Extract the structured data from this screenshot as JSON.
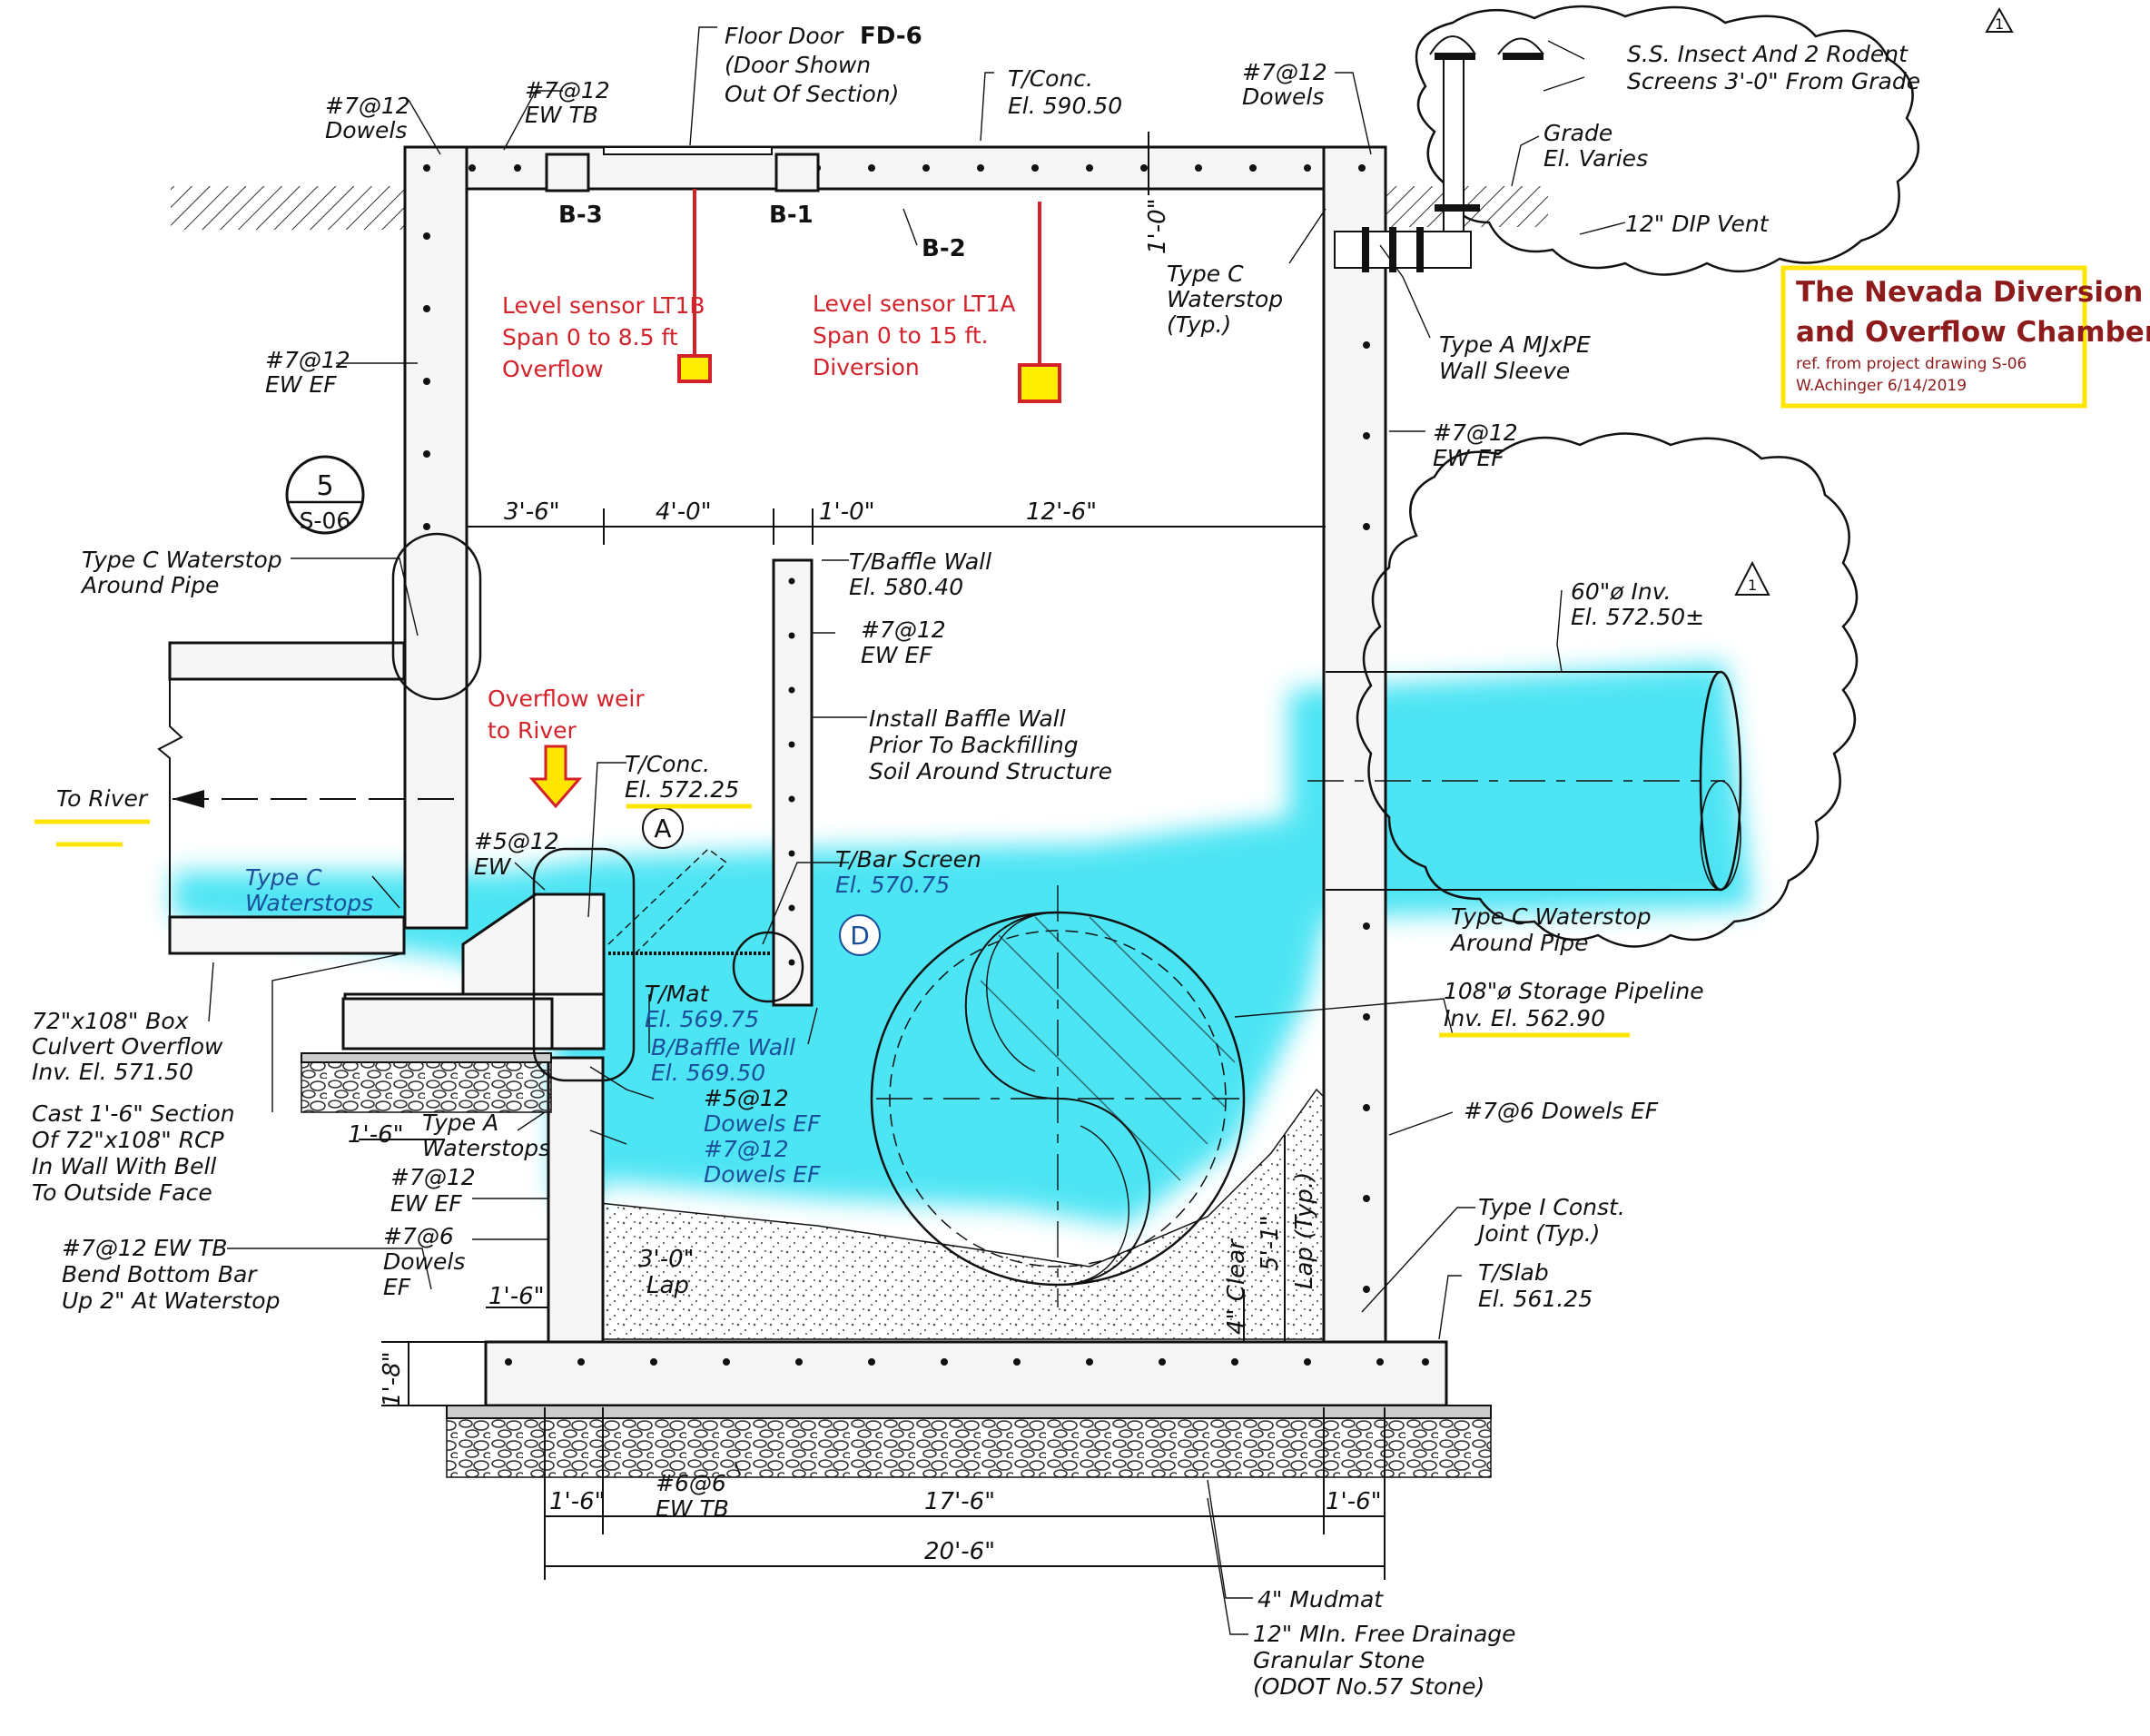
{
  "title_box": {
    "title_line1": "The Nevada Diversion",
    "title_line2": "and Overflow Chamber",
    "ref_line": "ref. from project drawing S-06",
    "author_line": "W.Achinger 6/14/2019"
  },
  "sensors": {
    "lt1b": {
      "line1": "Level sensor LT1B",
      "line2": "Span 0 to 8.5 ft",
      "line3": "Overflow"
    },
    "lt1a": {
      "line1": "Level sensor LT1A",
      "line2": "Span 0 to 15 ft.",
      "line3": "Diversion"
    }
  },
  "overflow_weir": {
    "line1": "Overflow weir",
    "line2": "to River"
  },
  "labels": {
    "floor_door_prefix": "Floor Door",
    "floor_door_id": "FD-6",
    "door_shown": "(Door Shown",
    "out_of_section": "Out Of Section)",
    "t_conc_top": "T/Conc.",
    "el_top": "El. 590.50",
    "dowels_left_1": "#7@12",
    "dowels_left_2": "Dowels",
    "ewtb_top_1": "#7@12",
    "ewtb_top_2": "EW TB",
    "dowels_right_1": "#7@12",
    "dowels_right_2": "Dowels",
    "b3": "B-3",
    "b1": "B-1",
    "b2": "B-2",
    "one_zero_vert": "1'-0\"",
    "type_c_ws_typ_1": "Type C",
    "type_c_ws_typ_2": "Waterstop",
    "type_c_ws_typ_3": "(Typ.)",
    "ss_insect_1": "S.S. Insect And 2 Rodent",
    "ss_insect_2": "Screens 3'-0\" From Grade",
    "grade_1": "Grade",
    "grade_2": "El. Varies",
    "dip_vent": "12\" DIP Vent",
    "type_a_sleeve_1": "Type A MJxPE",
    "type_a_sleeve_2": "Wall Sleeve",
    "ewef_left_1": "#7@12",
    "ewef_left_2": "EW EF",
    "ewef_right_1": "#7@12",
    "ewef_right_2": "EW EF",
    "section_no": "5",
    "section_sheet": "S-06",
    "type_c_pipe_1": "Type C Waterstop",
    "type_c_pipe_2": "Around Pipe",
    "d_3_6": "3'-6\"",
    "d_4_0": "4'-0\"",
    "d_1_0": "1'-0\"",
    "d_12_6": "12'-6\"",
    "t_baffle_1": "T/Baffle Wall",
    "t_baffle_2": "El. 580.40",
    "baffle_ewef_1": "#7@12",
    "baffle_ewef_2": "EW EF",
    "install_1": "Install Baffle Wall",
    "install_2": "Prior To Backfilling",
    "install_3": "Soil Around Structure",
    "pipe60_1": "60\"ø Inv.",
    "pipe60_2": "El. 572.50±",
    "to_river": "To River",
    "t_conc_weir_1": "T/Conc.",
    "t_conc_weir_2": "El. 572.25",
    "callout_a": "A",
    "n5_1": "#5@12",
    "n5_2": "EW",
    "tc_ws_blue_1": "Type C",
    "tc_ws_blue_2": "Waterstops",
    "t_bar_1": "T/Bar Screen",
    "t_bar_2": "El. 570.75",
    "callout_d": "D",
    "type_c_around_1": "Type C Waterstop",
    "type_c_around_2": "Around Pipe",
    "box_1": "72\"x108\" Box",
    "box_2": "Culvert Overflow",
    "box_3": "Inv. El. 571.50",
    "t_mat_1": "T/Mat",
    "t_mat_2": "El. 569.75",
    "b_baffle_1": "B/Baffle Wall",
    "b_baffle_2": "El. 569.50",
    "storage_1": "108\"ø Storage Pipeline",
    "storage_2": "Inv. El. 562.90",
    "cast_1": "Cast 1'-6\" Section",
    "cast_2": "Of 72\"x108\" RCP",
    "cast_3": "In Wall With Bell",
    "cast_4": "To Outside Face",
    "d_1_6_a": "1'-6\"",
    "type_a_ws_1": "Type A",
    "type_a_ws_2": "Waterstops",
    "dowels5_1": "#5@12",
    "dowels5_2": "Dowels EF",
    "dowels7_1": "#7@12",
    "dowels7_2": "Dowels EF",
    "dowels6_ef": "#7@6 Dowels EF",
    "ewef_lower_1": "#7@12",
    "ewef_lower_2": "EW EF",
    "dowels6_1": "#7@6",
    "dowels6_2": "Dowels",
    "dowels6_3": "EF",
    "ewtb_bend_1": "#7@12 EW TB",
    "ewtb_bend_2": "Bend Bottom Bar",
    "ewtb_bend_3": "Up 2\" At Waterstop",
    "lap_3_0": "3'-0\"",
    "lap_word": "Lap",
    "d_1_6_b": "1'-6\"",
    "clear_4": "4\" Clear",
    "lap_5_1": "5'-1\"",
    "lap_typ": "Lap (Typ.)",
    "type_i_1": "Type I Const.",
    "type_i_2": "Joint (Typ.)",
    "t_slab_1": "T/Slab",
    "t_slab_2": "El. 561.25",
    "d_1_8": "1'-8\"",
    "n6_1": "#6@6",
    "n6_2": "EW TB",
    "d_1_6_c": "1'-6\"",
    "d_17_6": "17'-6\"",
    "d_1_6_d": "1'-6\"",
    "d_20_6": "20'-6\"",
    "mudmat": "4\" Mudmat",
    "drain_1": "12\" MIn. Free Drainage",
    "drain_2": "Granular Stone",
    "drain_3": "(ODOT No.57 Stone)",
    "rev_1": "1",
    "rev_2": "1"
  },
  "colors": {
    "water": "#2fe0f2",
    "sensor_fill": "#ffee00",
    "sensor_line": "#d3222a",
    "highlight": "#ffe600",
    "title": "#8e1b1b",
    "blue_text": "#1b4f9a"
  }
}
